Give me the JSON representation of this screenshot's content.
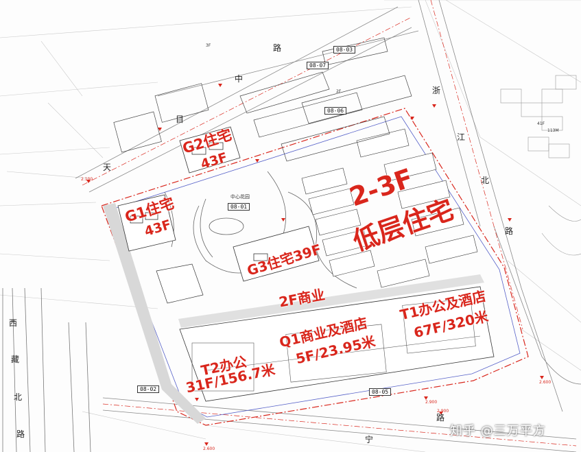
{
  "roads": {
    "zhongtiannu_1": "天",
    "zhongtiannu_2": "目",
    "zhongtiannu_3": "中",
    "zhongtiannu_4": "路",
    "zhejiang_1": "浙",
    "zhejiang_2": "江",
    "zhejiang_3": "北",
    "zhejiang_4": "路",
    "xizang_1": "西",
    "xizang_2": "藏",
    "xizang_3": "北",
    "xizang_4": "路",
    "south_1": "宁",
    "south_2": "路"
  },
  "parcels": {
    "p0803": "08-03",
    "p0807": "08-07",
    "p0806": "08-06",
    "p0801": "08-01",
    "p0802": "08-02",
    "p0805": "08-05"
  },
  "park_label": "中心花园",
  "overlays": {
    "g2_line1": "G2住宅",
    "g2_line2": "43F",
    "g1_line1": "G1住宅",
    "g1_line2": "43F",
    "low_line1": "2-3F",
    "low_line2": "低层住宅",
    "g3": "G3住宅39F",
    "comm": "2F商业",
    "t1_line1": "T1办公及酒店",
    "t1_line2": "67F/320米",
    "q1_line1": "Q1商业及酒店",
    "q1_line2": "5F/23.95米",
    "t2_line1": "T2办公",
    "t2_line2": "31F/156.7米"
  },
  "small_labels": {
    "s1": "41F",
    "s2": "113M",
    "s3": "2.100",
    "s4": "2.900",
    "s5": "2.900",
    "s6": "2.600",
    "s7": "2.600",
    "s8": "2F",
    "s9": "3F"
  },
  "watermark": "知乎 @三万平方",
  "colors": {
    "overlay_text": "#d9261c",
    "boundary": "#d9261c",
    "linework": "#555555",
    "blue_line": "#5560c8"
  }
}
